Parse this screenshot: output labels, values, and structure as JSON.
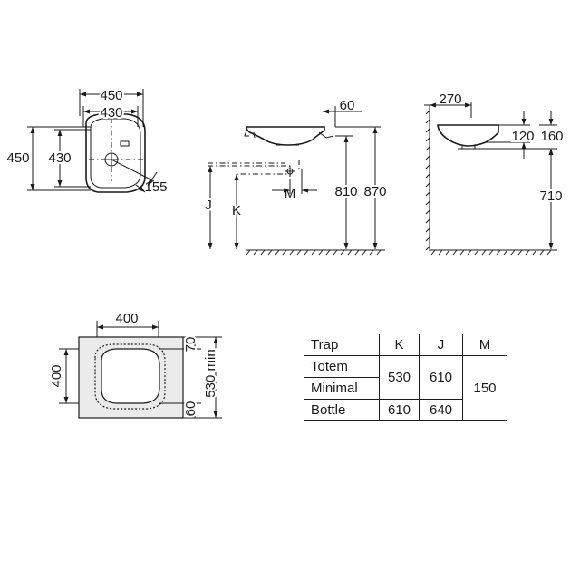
{
  "top_view": {
    "outer_width": "450",
    "inner_width": "430",
    "outer_depth": "450",
    "inner_depth": "430",
    "tap_offset": "155"
  },
  "side_view": {
    "rim_overhang": "60",
    "mounting_height_rim": "870",
    "mounting_height_base": "810",
    "trap_j": "J",
    "trap_k": "K",
    "trap_m": "M"
  },
  "section_view": {
    "projection": "270",
    "bowl_depth_inner": "120",
    "bowl_depth_outer": "160",
    "outlet_height": "710"
  },
  "cutout_view": {
    "cutout_width": "400",
    "cutout_depth": "400",
    "front_margin": "70",
    "back_margin": "60",
    "counter_depth_min": "530 min"
  },
  "trap_table": {
    "headers": [
      "Trap",
      "K",
      "J",
      "M"
    ],
    "rows": [
      {
        "trap": "Totem",
        "k": "530",
        "j": "610"
      },
      {
        "trap": "Minimal"
      },
      {
        "trap": "Bottle",
        "k": "610",
        "j": "640"
      }
    ],
    "m_value": "150"
  }
}
